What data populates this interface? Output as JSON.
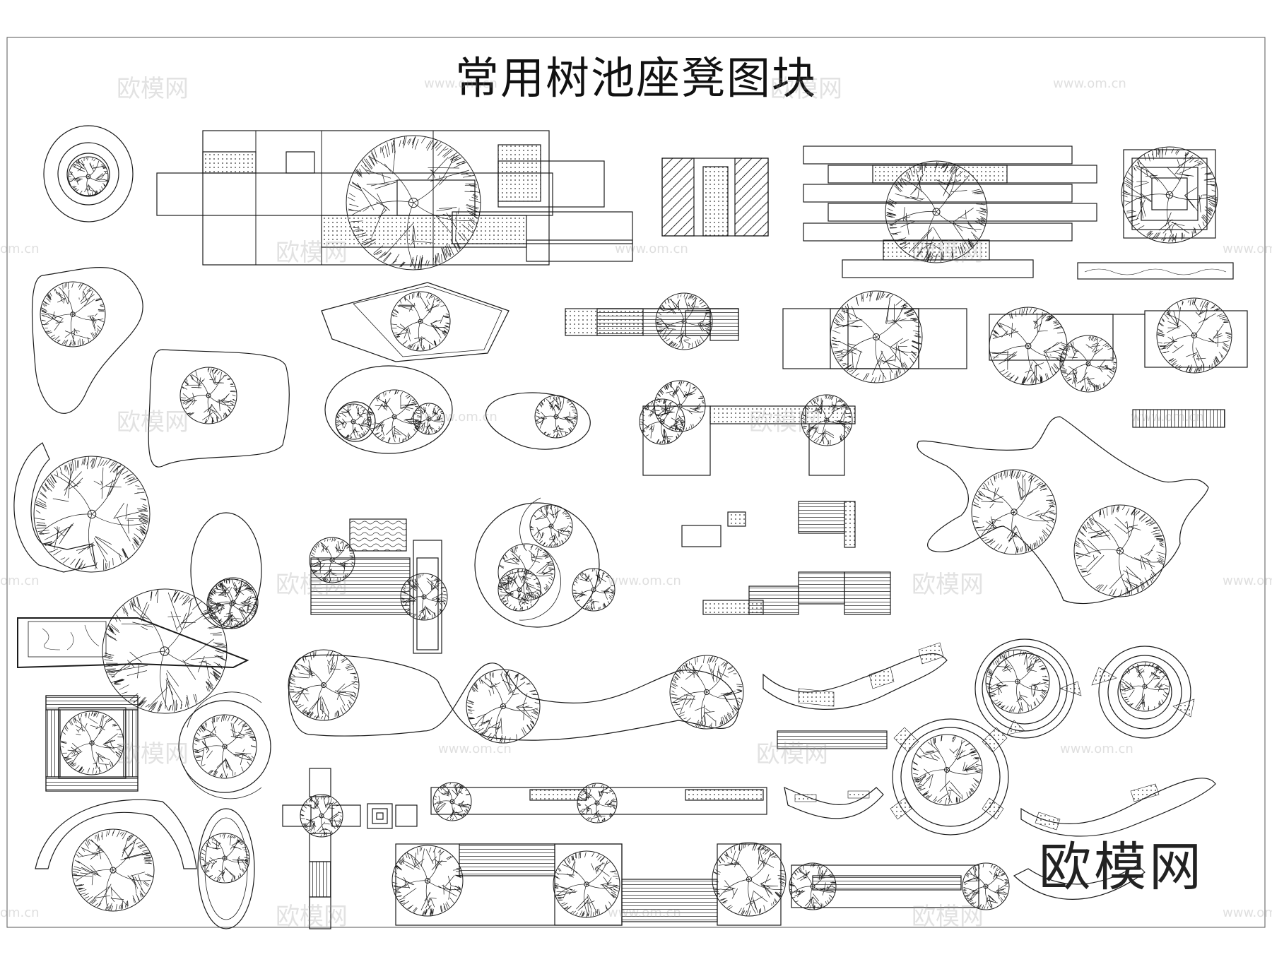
{
  "drawing": {
    "title": "常用树池座凳图块",
    "brand_mark": "欧模网",
    "watermark_text": "欧模网",
    "watermark_url": "www.om.cn",
    "watermark_url_short": "om.cn",
    "line_color": "#1a1a1a",
    "hatch_color": "#333333"
  }
}
